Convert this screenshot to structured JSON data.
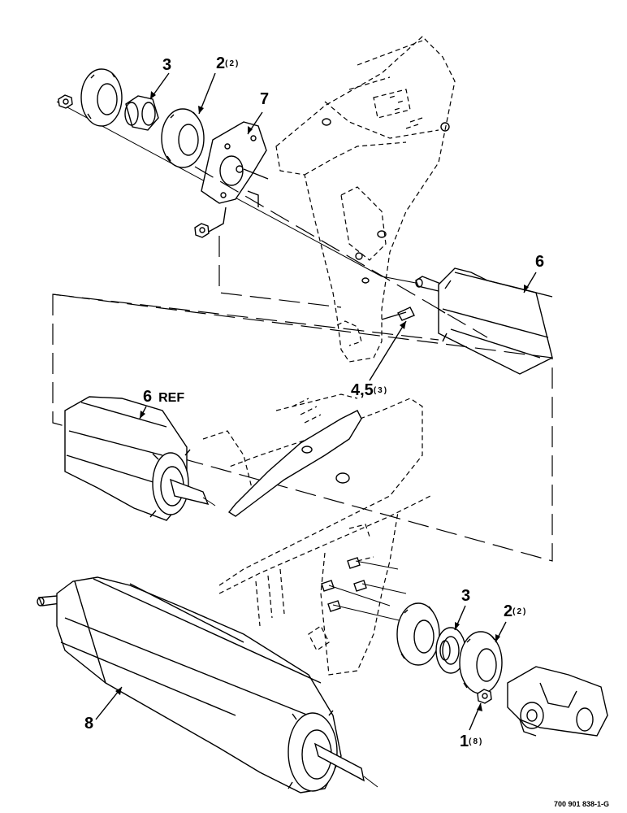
{
  "callouts": [
    {
      "id": "c3_top",
      "num": "3",
      "qty": ""
    },
    {
      "id": "c2_top",
      "num": "2",
      "qty": "(2)"
    },
    {
      "id": "c7",
      "num": "7",
      "qty": ""
    },
    {
      "id": "c6_right",
      "num": "6",
      "qty": ""
    },
    {
      "id": "c45",
      "num": "4,5",
      "qty": "(3)"
    },
    {
      "id": "c6_ref",
      "num": "6",
      "qty": "REF"
    },
    {
      "id": "c3_bottom",
      "num": "3",
      "qty": ""
    },
    {
      "id": "c2_bottom",
      "num": "2",
      "qty": "(2)"
    },
    {
      "id": "c1",
      "num": "1",
      "qty": "(8)"
    },
    {
      "id": "c8",
      "num": "8",
      "qty": ""
    }
  ],
  "drawing_code": "700 901 838-1-G",
  "colors": {
    "ink": "#000000",
    "paper": "#ffffff"
  }
}
